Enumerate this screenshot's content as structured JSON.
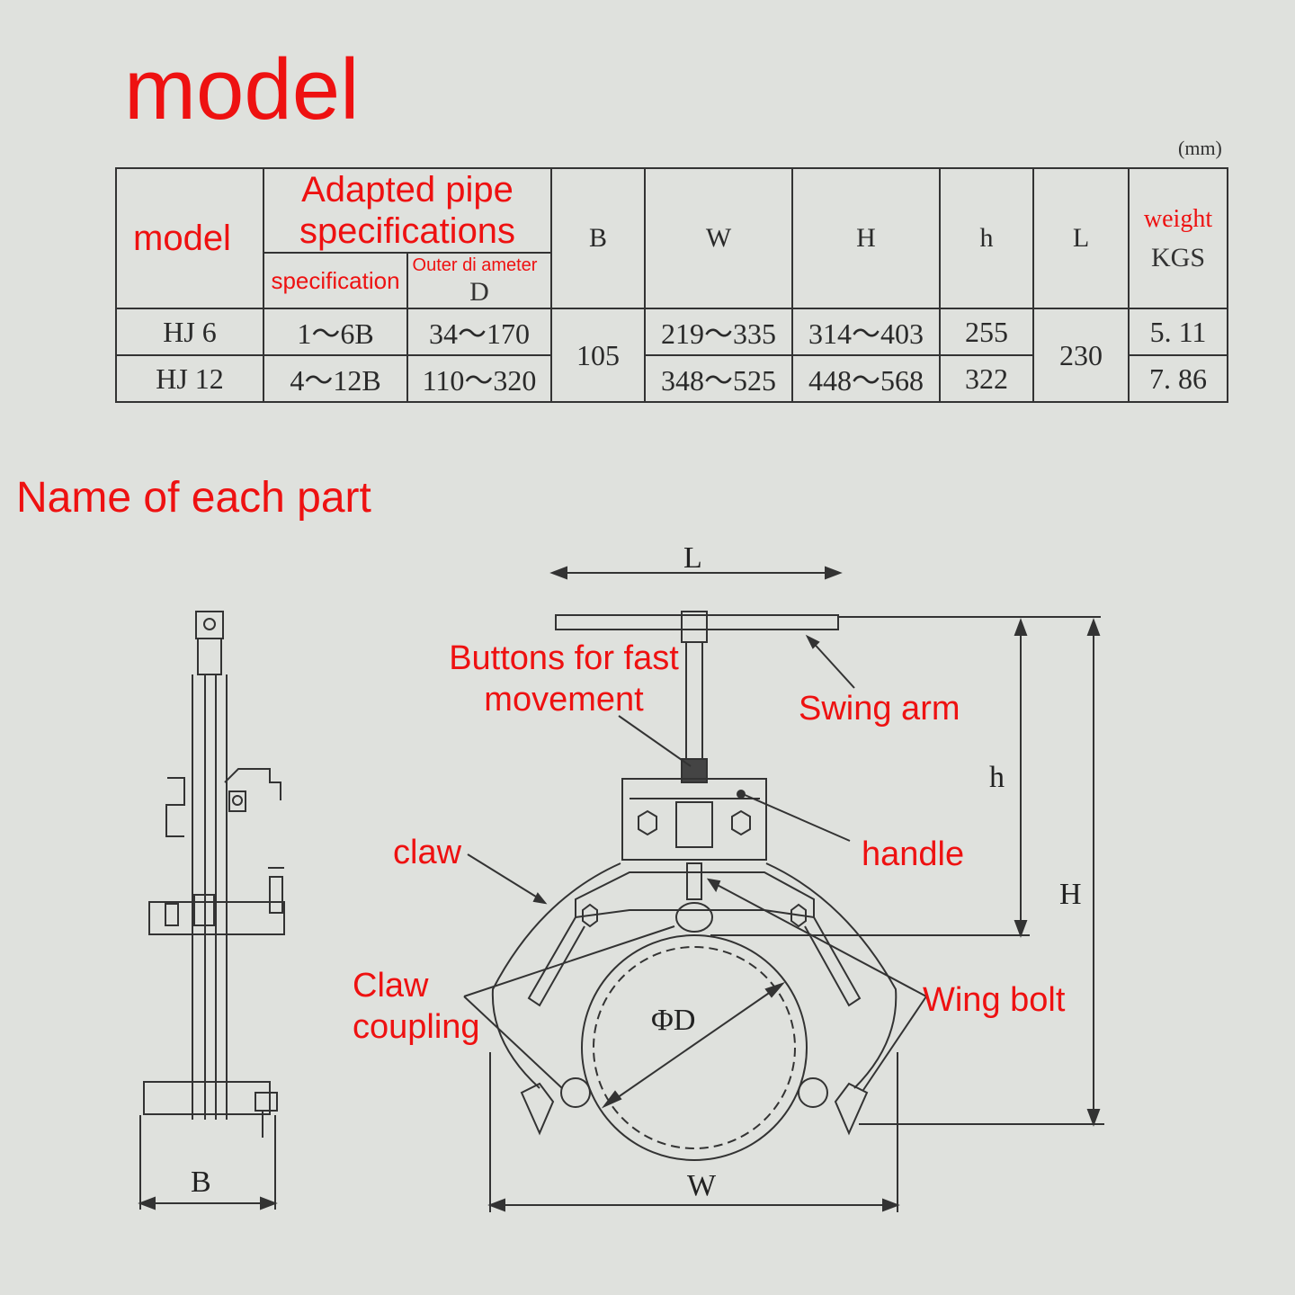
{
  "header": {
    "title": "model",
    "unit": "(mm)"
  },
  "table": {
    "headers": {
      "model": "model",
      "adapted": "Adapted pipe specifications",
      "specification": "specification",
      "outer_diameter": "Outer di ameter",
      "outer_diameter_symbol": "D",
      "B": "B",
      "W": "W",
      "H": "H",
      "h": "h",
      "L": "L",
      "weight": "weight",
      "weight_unit": "KGS"
    },
    "rows": [
      {
        "model": "HJ 6",
        "spec": "1～6B",
        "od": "34～170",
        "W": "219～335",
        "H": "314～403",
        "h": "255",
        "weight": "5. 11"
      },
      {
        "model": "HJ 12",
        "spec": "4～12B",
        "od": "110～320",
        "W": "348～525",
        "H": "448～568",
        "h": "322",
        "weight": "7. 86"
      }
    ],
    "shared": {
      "B": "105",
      "L": "230"
    }
  },
  "parts": {
    "title": "Name of each part",
    "labels": {
      "buttons": "Buttons for fast movement",
      "swing_arm": "Swing arm",
      "handle": "handle",
      "claw": "claw",
      "claw_coupling": "Claw coupling",
      "wing_bolt": "Wing bolt"
    },
    "dimensions": {
      "L": "L",
      "h": "h",
      "H": "H",
      "B": "B",
      "W": "W",
      "D": "ΦD"
    }
  }
}
